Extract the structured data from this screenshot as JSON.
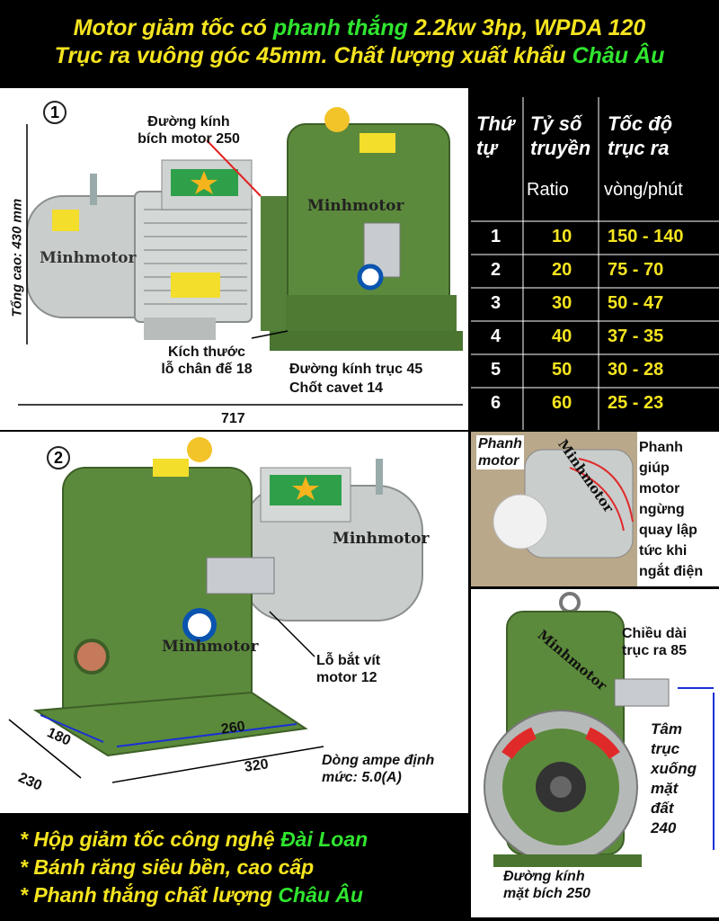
{
  "header": {
    "line1_a": "Motor giảm tốc có ",
    "line1_b": "phanh thắng",
    "line1_c": " 2.2kw 3hp, WPDA 120",
    "line2_a": "Trục ra vuông góc 45mm. Chất lượng xuất khẩu ",
    "line2_b": "Châu Âu"
  },
  "panel1": {
    "number": "1",
    "flange_label_1": "Đường kính",
    "flange_label_2": "bích motor 250",
    "height_label": "Tổng cao: 430 mm",
    "brand_motor": "Minhmotor",
    "brand_gearbox": "Minhmotor",
    "foot_hole_1": "Kích thước",
    "foot_hole_2": "lỗ chân đế 18",
    "shaft_dia": "Đường kính trục 45",
    "key": "Chốt cavet 14",
    "length": "717"
  },
  "table": {
    "col1_h1": "Thứ",
    "col1_h2": "tự",
    "col2_h1": "Tỷ số",
    "col2_h2": "truyền",
    "col3_h1": "Tốc độ",
    "col3_h2": "trục ra",
    "col2_sub": "Ratio",
    "col3_sub": "vòng/phút",
    "rows": [
      {
        "idx": "1",
        "ratio": "10",
        "speed": "150 - 140"
      },
      {
        "idx": "2",
        "ratio": "20",
        "speed": "75 - 70"
      },
      {
        "idx": "3",
        "ratio": "30",
        "speed": "50 - 47"
      },
      {
        "idx": "4",
        "ratio": "40",
        "speed": "37 - 35"
      },
      {
        "idx": "5",
        "ratio": "50",
        "speed": "30 - 28"
      },
      {
        "idx": "6",
        "ratio": "60",
        "speed": "25 - 23"
      }
    ]
  },
  "panel2": {
    "number": "2",
    "brand_motor": "Minhmotor",
    "brand_gearbox": "Minhmotor",
    "screw_hole_1": "Lỗ bắt vít",
    "screw_hole_2": "motor 12",
    "dim_180": "180",
    "dim_260": "260",
    "dim_230": "230",
    "dim_320": "320",
    "ampere_1": "Dòng ampe định",
    "ampere_2": "mức: 5.0(A)"
  },
  "panel3": {
    "brake_label_1": "Phanh",
    "brake_label_2": "motor",
    "desc": [
      "Phanh",
      "giúp",
      "motor",
      "ngừng",
      "quay lập",
      "tức khi",
      "ngắt điện"
    ],
    "brand": "Minhmotor"
  },
  "panel4": {
    "shaft_len_1": "Chiều dài",
    "shaft_len_2": "trục ra 85",
    "center_height": [
      "Tâm",
      "trục",
      "xuống",
      "mặt",
      "đất",
      "240"
    ],
    "flange_1": "Đường kính",
    "flange_2": "mặt bích 250",
    "brand": "Minhmotor"
  },
  "footer": {
    "line1_a": "* Hộp giảm tốc công nghệ ",
    "line1_b": "Đài Loan",
    "line2": "* Bánh răng siêu bền, cao cấp",
    "line3_a": "* Phanh thắng chất lượng ",
    "line3_b": "Châu Âu"
  },
  "colors": {
    "gearbox_green": "#5c8a3c",
    "motor_grey": "#c9cdcc",
    "highlight_yellow": "#f5e41f",
    "highlight_green": "#30e52f",
    "label_red": "#e22020",
    "label_blue": "#1a2fd8"
  }
}
